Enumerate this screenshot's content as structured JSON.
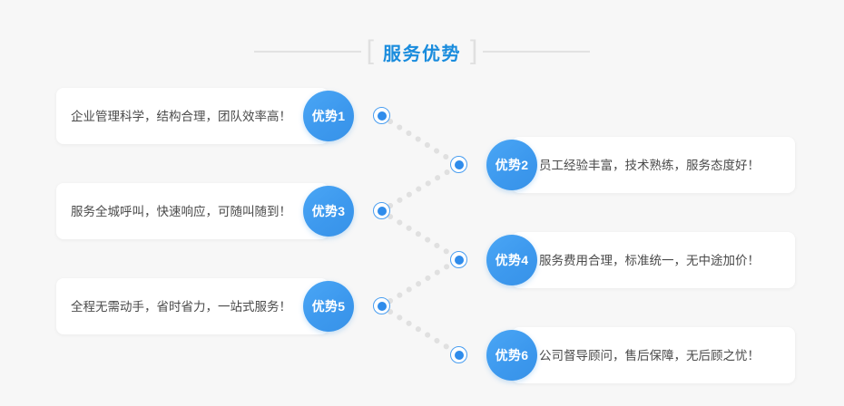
{
  "header": {
    "title": "服务优势",
    "bracket_left": "[",
    "bracket_right": "]"
  },
  "items": [
    {
      "id": 1,
      "side": "left",
      "badge": "优势1",
      "text": "企业管理科学，结构合理，团队效率高！"
    },
    {
      "id": 2,
      "side": "right",
      "badge": "优势2",
      "text": "员工经验丰富，技术熟练，服务态度好！"
    },
    {
      "id": 3,
      "side": "left",
      "badge": "优势3",
      "text": "服务全城呼叫，快速响应，可随叫随到！"
    },
    {
      "id": 4,
      "side": "right",
      "badge": "优势4",
      "text": "服务费用合理，标准统一，无中途加价！"
    },
    {
      "id": 5,
      "side": "left",
      "badge": "优势5",
      "text": "全程无需动手，省时省力，一站式服务！"
    },
    {
      "id": 6,
      "side": "right",
      "badge": "优势6",
      "text": "公司督导顾问，售后保障，无后顾之忧！"
    }
  ],
  "colors": {
    "background": "#f7f7f7",
    "card": "#ffffff",
    "accent": "#3a9ef0",
    "title": "#1a8cdd",
    "text": "#4a4a4a",
    "rule": "#e2e2e2",
    "dot": "#e0e0e0"
  }
}
